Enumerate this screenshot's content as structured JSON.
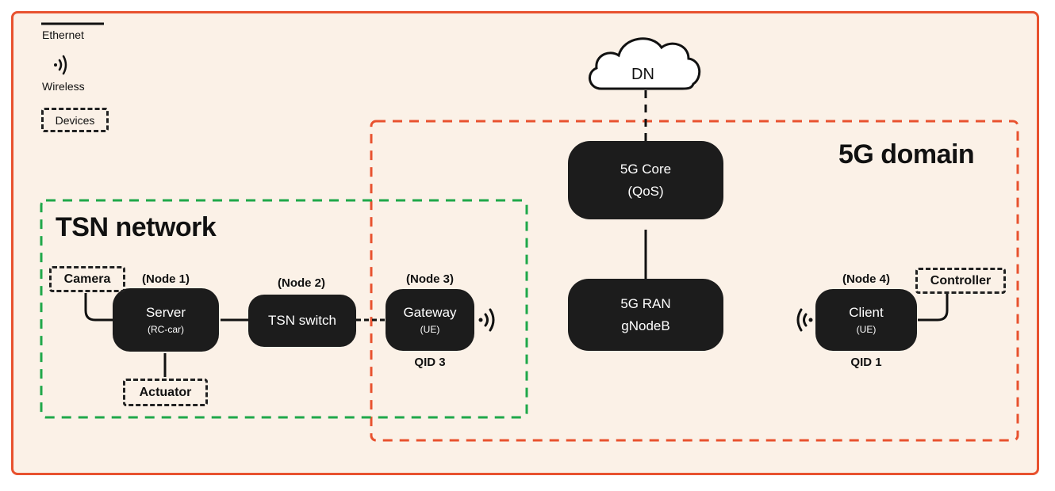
{
  "legend": {
    "ethernet_label": "Ethernet",
    "wireless_label": "Wireless",
    "devices_label": "Devices"
  },
  "domains": {
    "fiveg_title": "5G domain",
    "tsn_title": "TSN network"
  },
  "cloud": {
    "label": "DN"
  },
  "nodes": {
    "core": {
      "line1": "5G Core",
      "line2": "(QoS)"
    },
    "ran": {
      "line1": "5G RAN",
      "line2": "gNodeB"
    },
    "server": {
      "title": "Server",
      "sub": "(RC-car)",
      "tag": "(Node 1)"
    },
    "switch": {
      "title": "TSN switch",
      "tag": "(Node 2)"
    },
    "gateway": {
      "title": "Gateway",
      "sub": "(UE)",
      "tag": "(Node 3)",
      "qid": "QID 3"
    },
    "client": {
      "title": "Client",
      "sub": "(UE)",
      "tag": "(Node 4)",
      "qid": "QID 1"
    }
  },
  "devices": {
    "camera": "Camera",
    "actuator": "Actuator",
    "controller": "Controller"
  },
  "colors": {
    "frame": "#e8522f",
    "fiveg_border": "#e8522f",
    "tsn_border": "#1fa84a",
    "node_fill": "#1c1c1c",
    "background": "#fbf1e7"
  }
}
